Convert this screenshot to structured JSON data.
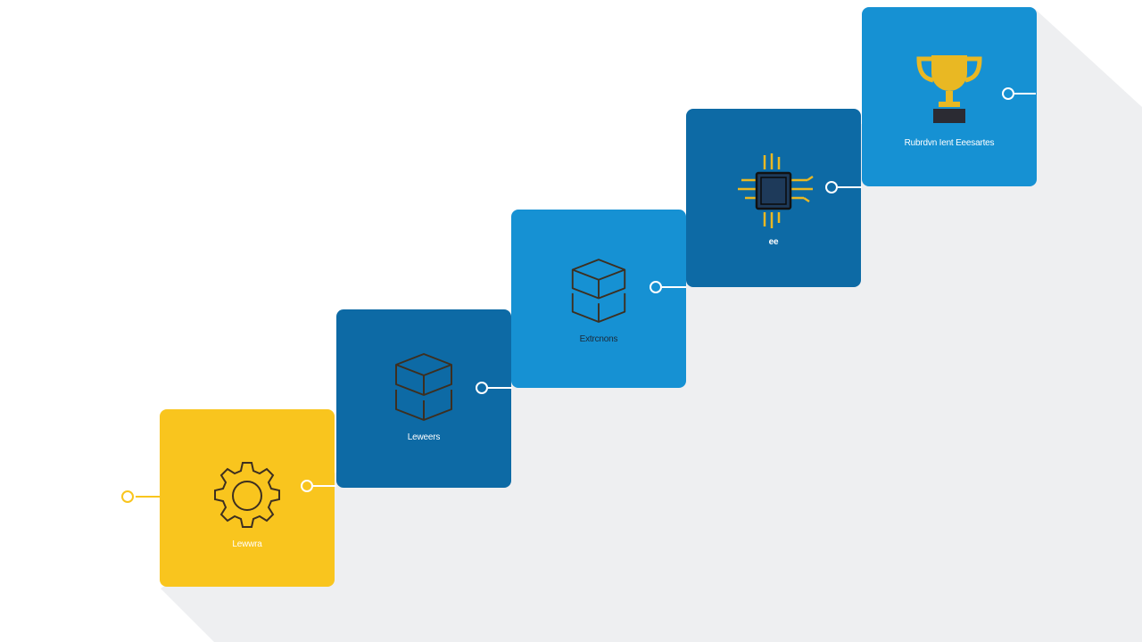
{
  "diagram": {
    "colors": {
      "yellow": "#F9C51E",
      "dark_blue": "#0D6AA5",
      "light_blue": "#1691D3",
      "icon_dark": "#3D2F20",
      "gold": "#E9B823",
      "shadow": "#EEEFF1"
    },
    "steps": [
      {
        "label": "Lewwra",
        "icon": "gear-icon",
        "color": "yellow"
      },
      {
        "label": "Leweers",
        "icon": "cube-stack-icon",
        "color": "dark_blue"
      },
      {
        "label": "Extrcnons",
        "icon": "cube-stack-icon",
        "color": "light_blue"
      },
      {
        "label": "ee",
        "icon": "chip-icon",
        "color": "dark_blue"
      },
      {
        "label": "Rubrdvn Ient Eeesartes",
        "icon": "trophy-icon",
        "color": "light_blue"
      }
    ]
  }
}
